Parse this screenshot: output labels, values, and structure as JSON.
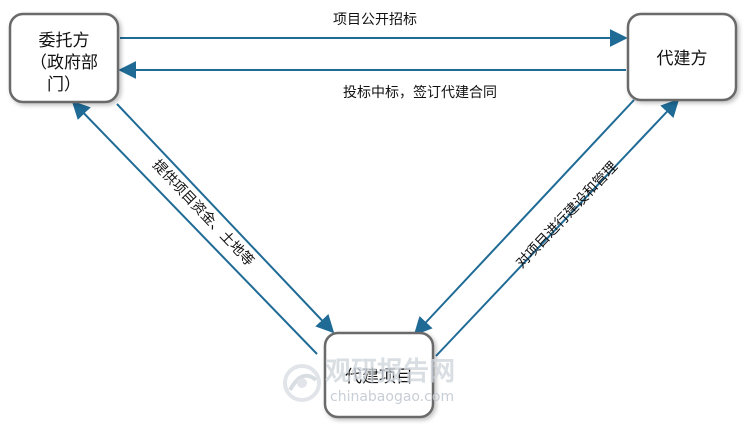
{
  "nodes": {
    "client": {
      "label_line1": "委托方",
      "label_line2": "（政府部",
      "label_line3": "门）"
    },
    "agent": {
      "label": "代建方"
    },
    "project": {
      "label": "代建项目"
    }
  },
  "edges": {
    "client_to_agent": {
      "label": "项目公开招标"
    },
    "agent_to_client": {
      "label": "投标中标，签订代建合同"
    },
    "client_project": {
      "label": "提供项目资金、土地等"
    },
    "agent_project": {
      "label": "对项目进行建设和管理"
    }
  },
  "watermark": {
    "cn": "观研报告网",
    "en": "chinabaogao.com",
    "logo_icon": "swirl-logo-icon"
  },
  "colors": {
    "arrow": "#1f6b96",
    "node_border": "#6b6b6b"
  }
}
